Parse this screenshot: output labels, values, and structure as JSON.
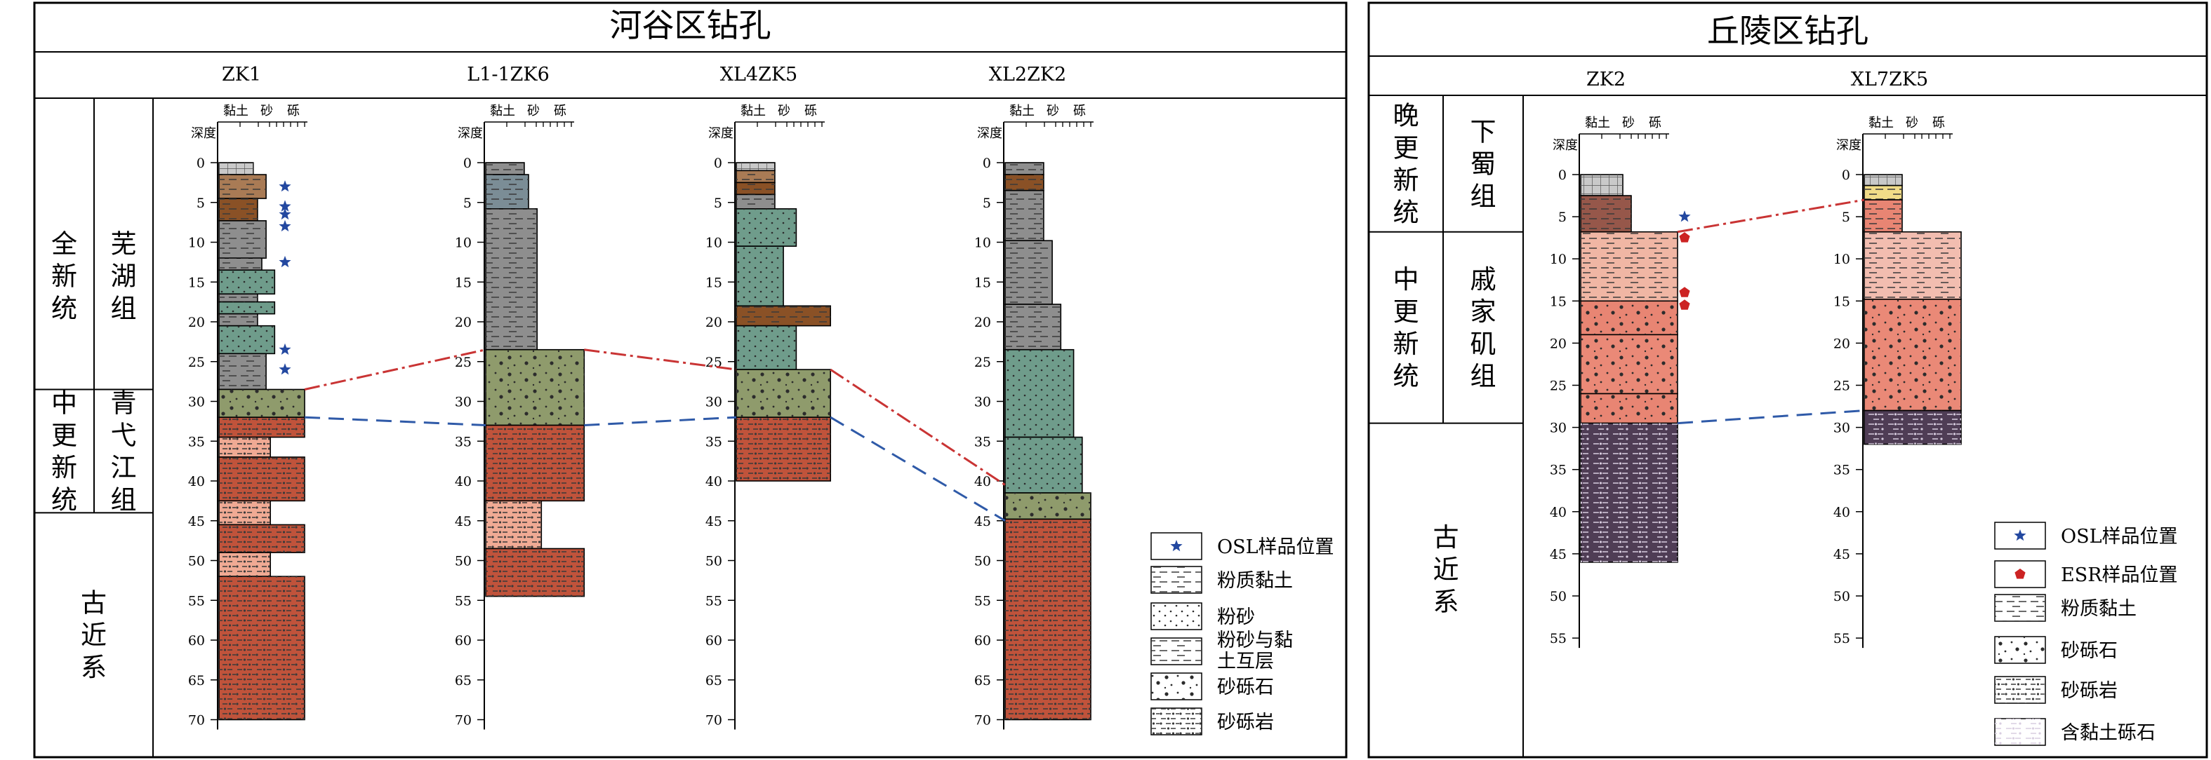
{
  "colors": {
    "clay_fill": "#c9c9c9",
    "silty_clay": "#8e8e8e",
    "silty_clay_blue": "#7b8d96",
    "silty_clay_pink": "#f0b6a4",
    "silty_clay_rose": "#f2bdb0",
    "silt": "#6f9c8b",
    "silt_clay_interbed": "#7f9d84",
    "gravel_olive": "#8f9b6c",
    "conglomerate_red": "#c0533b",
    "conglomerate_pink": "#f0aa94",
    "conglomerate_rose": "#e88573",
    "gravel_red_pink": "#ea8977",
    "clayey_gravel_purple": "#4f3d55",
    "brown_clay": "#a97b55",
    "dark_brown": "#8a5126",
    "dark_brown_red": "#96574a",
    "yellow": "#f1dc88",
    "red_marker": "#cc2323",
    "blue_marker": "#2348a0",
    "red_boundary": "#c93434",
    "blue_boundary": "#2f5aa8"
  },
  "headings": {
    "depth": "深度",
    "grain_clay": "黏土",
    "grain_sand": "砂",
    "grain_gravel": "砾"
  },
  "left": {
    "title": "河谷区钻孔",
    "boreholes": [
      {
        "name": "ZK1",
        "osl": [
          3,
          5.5,
          6.5,
          8,
          12.5,
          23.5,
          26
        ],
        "esr": [],
        "layers": [
          {
            "top": 0,
            "bottom": 1.5,
            "w": 0.4,
            "c": "clay_fill",
            "p": "grid"
          },
          {
            "top": 1.5,
            "bottom": 4.5,
            "w": 0.55,
            "c": "brown_clay",
            "p": "dash"
          },
          {
            "top": 4.5,
            "bottom": 7.3,
            "w": 0.45,
            "c": "dark_brown",
            "p": "dash"
          },
          {
            "top": 7.3,
            "bottom": 12,
            "w": 0.55,
            "c": "silty_clay",
            "p": "dash"
          },
          {
            "top": 12,
            "bottom": 13.5,
            "w": 0.5,
            "c": "silty_clay",
            "p": "dash"
          },
          {
            "top": 13.5,
            "bottom": 16.5,
            "w": 0.65,
            "c": "silt",
            "p": "dot"
          },
          {
            "top": 16.5,
            "bottom": 17.5,
            "w": 0.45,
            "c": "silty_clay",
            "p": "dash"
          },
          {
            "top": 17.5,
            "bottom": 19,
            "w": 0.65,
            "c": "silt",
            "p": "dot"
          },
          {
            "top": 19,
            "bottom": 20.5,
            "w": 0.45,
            "c": "silty_clay",
            "p": "dash"
          },
          {
            "top": 20.5,
            "bottom": 24,
            "w": 0.65,
            "c": "silt",
            "p": "dot"
          },
          {
            "top": 24,
            "bottom": 28.5,
            "w": 0.55,
            "c": "silty_clay",
            "p": "dash"
          },
          {
            "top": 28.5,
            "bottom": 32,
            "w": 1.0,
            "c": "gravel_olive",
            "p": "gravel"
          },
          {
            "top": 32,
            "bottom": 34.5,
            "w": 1.0,
            "c": "conglomerate_red",
            "p": "congl"
          },
          {
            "top": 34.5,
            "bottom": 37,
            "w": 0.6,
            "c": "conglomerate_pink",
            "p": "congl"
          },
          {
            "top": 37,
            "bottom": 42.5,
            "w": 1.0,
            "c": "conglomerate_red",
            "p": "congl"
          },
          {
            "top": 42.5,
            "bottom": 45.5,
            "w": 0.6,
            "c": "conglomerate_pink",
            "p": "congl"
          },
          {
            "top": 45.5,
            "bottom": 49,
            "w": 1.0,
            "c": "conglomerate_red",
            "p": "congl"
          },
          {
            "top": 49,
            "bottom": 52,
            "w": 0.6,
            "c": "conglomerate_pink",
            "p": "congl"
          },
          {
            "top": 52,
            "bottom": 70,
            "w": 1.0,
            "c": "conglomerate_red",
            "p": "congl"
          }
        ]
      },
      {
        "name": "L1-1ZK6",
        "osl": [],
        "esr": [],
        "layers": [
          {
            "top": 0,
            "bottom": 1.5,
            "w": 0.45,
            "c": "silty_clay",
            "p": "dash"
          },
          {
            "top": 1.5,
            "bottom": 5.8,
            "w": 0.5,
            "c": "silty_clay_blue",
            "p": "dash"
          },
          {
            "top": 5.8,
            "bottom": 23.5,
            "w": 0.6,
            "c": "silty_clay",
            "p": "dash"
          },
          {
            "top": 23.5,
            "bottom": 33,
            "w": 1.15,
            "c": "gravel_olive",
            "p": "gravel"
          },
          {
            "top": 33,
            "bottom": 42.5,
            "w": 1.15,
            "c": "conglomerate_red",
            "p": "congl"
          },
          {
            "top": 42.5,
            "bottom": 48.5,
            "w": 0.65,
            "c": "conglomerate_pink",
            "p": "congl"
          },
          {
            "top": 48.5,
            "bottom": 54.5,
            "w": 1.15,
            "c": "conglomerate_red",
            "p": "congl"
          }
        ]
      },
      {
        "name": "XL4ZK5",
        "osl": [],
        "esr": [],
        "layers": [
          {
            "top": 0,
            "bottom": 1,
            "w": 0.45,
            "c": "clay_fill",
            "p": "grid"
          },
          {
            "top": 1,
            "bottom": 2.5,
            "w": 0.45,
            "c": "brown_clay",
            "p": "dash"
          },
          {
            "top": 2.5,
            "bottom": 4,
            "w": 0.45,
            "c": "dark_brown",
            "p": "dash"
          },
          {
            "top": 4,
            "bottom": 5.8,
            "w": 0.45,
            "c": "silty_clay",
            "p": "dash"
          },
          {
            "top": 5.8,
            "bottom": 10.5,
            "w": 0.7,
            "c": "silt",
            "p": "dot"
          },
          {
            "top": 10.5,
            "bottom": 18,
            "w": 0.55,
            "c": "silt",
            "p": "dot"
          },
          {
            "top": 18,
            "bottom": 20.5,
            "w": 1.1,
            "c": "dark_brown",
            "p": "dash"
          },
          {
            "top": 20.5,
            "bottom": 26,
            "w": 0.7,
            "c": "silt",
            "p": "dot"
          },
          {
            "top": 26,
            "bottom": 32,
            "w": 1.1,
            "c": "gravel_olive",
            "p": "gravel"
          },
          {
            "top": 32,
            "bottom": 40,
            "w": 1.1,
            "c": "conglomerate_red",
            "p": "congl"
          }
        ]
      },
      {
        "name": "XL2ZK2",
        "osl": [],
        "esr": [],
        "layers": [
          {
            "top": 0,
            "bottom": 1.5,
            "w": 0.45,
            "c": "silty_clay",
            "p": "dash"
          },
          {
            "top": 1.5,
            "bottom": 3.5,
            "w": 0.45,
            "c": "dark_brown",
            "p": "dash"
          },
          {
            "top": 3.5,
            "bottom": 9.8,
            "w": 0.45,
            "c": "silty_clay",
            "p": "dash"
          },
          {
            "top": 9.8,
            "bottom": 17.8,
            "w": 0.55,
            "c": "silty_clay",
            "p": "dash"
          },
          {
            "top": 17.8,
            "bottom": 23.5,
            "w": 0.65,
            "c": "silty_clay",
            "p": "dash"
          },
          {
            "top": 23.5,
            "bottom": 34.5,
            "w": 0.8,
            "c": "silt",
            "p": "dot"
          },
          {
            "top": 34.5,
            "bottom": 41.5,
            "w": 0.9,
            "c": "silt",
            "p": "dot"
          },
          {
            "top": 41.5,
            "bottom": 44.8,
            "w": 1.0,
            "c": "gravel_olive",
            "p": "gravel"
          },
          {
            "top": 44.8,
            "bottom": 70,
            "w": 1.0,
            "c": "conglomerate_red",
            "p": "congl"
          }
        ]
      }
    ],
    "strat_upper": [
      {
        "series": "全新统",
        "formation": "芜湖组",
        "top": 0,
        "bottom": 28.5
      },
      {
        "series": "中更新统",
        "formation": "青弋江组",
        "top": 28.5,
        "bottom": 44
      }
    ],
    "strat_lower": "古近系",
    "boundaries": [
      {
        "kind": "red",
        "depths": [
          28.5,
          23.5,
          26,
          40.5
        ]
      },
      {
        "kind": "blue",
        "depths": [
          32,
          33,
          32,
          45
        ]
      }
    ],
    "legend": [
      {
        "symbol": "star",
        "label": "OSL样品位置"
      },
      {
        "symbol": "dash",
        "label": "粉质黏土"
      },
      {
        "symbol": "dot",
        "label": "粉砂"
      },
      {
        "symbol": "interbed",
        "label": "粉砂与黏土互层"
      },
      {
        "symbol": "gravel",
        "label": "砂砾石"
      },
      {
        "symbol": "congl",
        "label": "砂砾岩"
      }
    ],
    "ticks": [
      0,
      5,
      10,
      15,
      20,
      25,
      30,
      35,
      40,
      45,
      50,
      55,
      60,
      65,
      70
    ]
  },
  "right": {
    "title": "丘陵区钻孔",
    "boreholes": [
      {
        "name": "ZK2",
        "osl": [
          5
        ],
        "esr": [
          7.5,
          14,
          15.5
        ],
        "layers": [
          {
            "top": 0,
            "bottom": 2.5,
            "w": 0.5,
            "c": "clay_fill",
            "p": "grid"
          },
          {
            "top": 2.5,
            "bottom": 6.8,
            "w": 0.6,
            "c": "dark_brown_red",
            "p": "dash"
          },
          {
            "top": 6.8,
            "bottom": 15,
            "w": 1.15,
            "c": "silty_clay_pink",
            "p": "dash"
          },
          {
            "top": 15,
            "bottom": 19,
            "w": 1.15,
            "c": "conglomerate_rose",
            "p": "gravel"
          },
          {
            "top": 19,
            "bottom": 26,
            "w": 1.15,
            "c": "gravel_red_pink",
            "p": "gravel"
          },
          {
            "top": 26,
            "bottom": 29.5,
            "w": 1.15,
            "c": "conglomerate_rose",
            "p": "gravel"
          },
          {
            "top": 29.5,
            "bottom": 46,
            "w": 1.15,
            "c": "clayey_gravel_purple",
            "p": "clayey"
          }
        ]
      },
      {
        "name": "XL7ZK5",
        "osl": [],
        "esr": [],
        "layers": [
          {
            "top": 0,
            "bottom": 1.3,
            "w": 0.45,
            "c": "clay_fill",
            "p": "grid"
          },
          {
            "top": 1.3,
            "bottom": 3,
            "w": 0.45,
            "c": "yellow",
            "p": "dash"
          },
          {
            "top": 3,
            "bottom": 6.8,
            "w": 0.45,
            "c": "conglomerate_rose",
            "p": "dash"
          },
          {
            "top": 6.8,
            "bottom": 14.8,
            "w": 1.15,
            "c": "silty_clay_rose",
            "p": "dash"
          },
          {
            "top": 14.8,
            "bottom": 28,
            "w": 1.15,
            "c": "gravel_red_pink",
            "p": "gravel"
          },
          {
            "top": 28,
            "bottom": 32,
            "w": 1.15,
            "c": "clayey_gravel_purple",
            "p": "clayey"
          }
        ]
      }
    ],
    "strat_upper": [
      {
        "series": "晚更新统",
        "formation": "下蜀组",
        "top": -9,
        "bottom": 6.8
      },
      {
        "series": "中更新统",
        "formation": "戚家矶组",
        "top": 6.8,
        "bottom": 29.5
      }
    ],
    "strat_lower": "古近系",
    "boundaries": [
      {
        "kind": "red",
        "depths": [
          6.8,
          3
        ]
      },
      {
        "kind": "blue",
        "depths": [
          29.5,
          28
        ]
      }
    ],
    "legend": [
      {
        "symbol": "star",
        "label": "OSL样品位置"
      },
      {
        "symbol": "pent",
        "label": "ESR样品位置"
      },
      {
        "symbol": "dash",
        "label": "粉质黏土"
      },
      {
        "symbol": "gravel",
        "label": "砂砾石"
      },
      {
        "symbol": "congl",
        "label": "砂砾岩"
      },
      {
        "symbol": "clayey",
        "label": "含黏土砾石"
      }
    ],
    "ticks": [
      0,
      5,
      10,
      15,
      20,
      25,
      30,
      35,
      40,
      45,
      50,
      55
    ]
  }
}
